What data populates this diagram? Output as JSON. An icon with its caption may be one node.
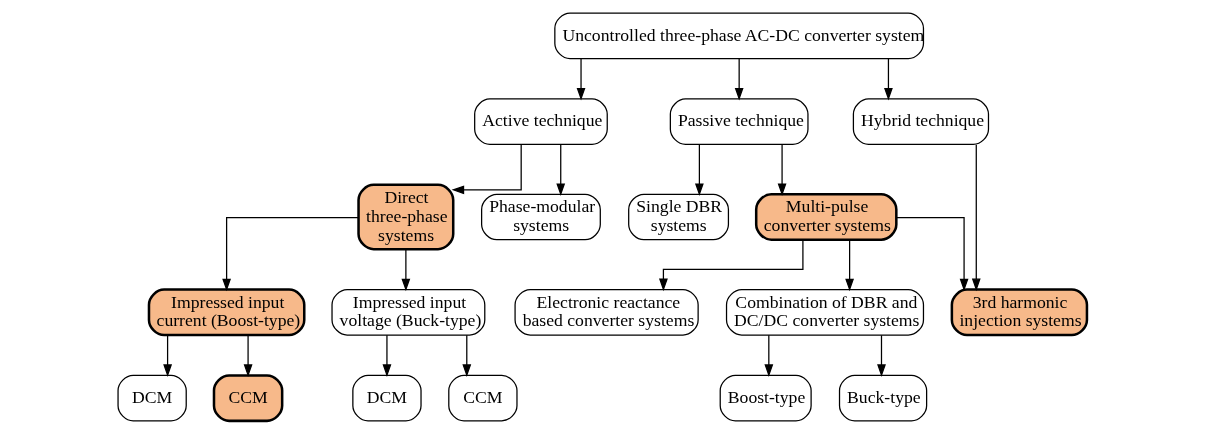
{
  "diagram": {
    "nodes": [
      {
        "text": [
          "Uncontrolled three-phase AC-DC converter system"
        ]
      },
      {
        "text": [
          "Active technique"
        ]
      },
      {
        "text": [
          "Passive technique"
        ]
      },
      {
        "text": [
          "Hybrid technique"
        ]
      },
      {
        "text": [
          "Direct three-phase systems"
        ]
      },
      {
        "text": [
          "Phase-modular systems"
        ]
      },
      {
        "text": [
          "Single DBR systems"
        ]
      },
      {
        "text": [
          "Multi-pulse converter systems"
        ]
      },
      {
        "text": [
          "Impressed input current (Boost-type)"
        ]
      },
      {
        "text": [
          "Impressed input voltage (Buck-type)"
        ]
      },
      {
        "text": [
          "Electronic reactance based converter systems"
        ]
      },
      {
        "text": [
          "Combination of DBR and DC/DC converter systems"
        ]
      },
      {
        "text": [
          "3rd harmonic injection systems"
        ]
      },
      {
        "text": [
          "DCM"
        ]
      },
      {
        "text": [
          "CCM"
        ]
      },
      {
        "text": [
          "DCM"
        ]
      },
      {
        "text": [
          "CCM"
        ]
      },
      {
        "text": [
          "Boost-type"
        ]
      },
      {
        "text": [
          "Buck-type"
        ]
      }
    ],
    "edges": [
      {
        "from": 0,
        "to": 1,
        "arrow": "to"
      },
      {
        "from": 0,
        "to": 2,
        "arrow": "to"
      },
      {
        "from": 0,
        "to": 3,
        "arrow": "to"
      },
      {
        "from": 1,
        "to": 4,
        "arrow": "to"
      },
      {
        "from": 1,
        "to": 5,
        "arrow": "to"
      },
      {
        "from": 2,
        "to": 6,
        "arrow": "to"
      },
      {
        "from": 2,
        "to": 7,
        "arrow": "to"
      },
      {
        "from": 4,
        "to": 8,
        "arrow": "to"
      },
      {
        "from": 4,
        "to": 9,
        "arrow": "to"
      },
      {
        "from": 7,
        "to": 10,
        "arrow": "to"
      },
      {
        "from": 7,
        "to": 11,
        "arrow": "to"
      },
      {
        "from": 7,
        "to": 12,
        "arrow": "to"
      },
      {
        "from": 3,
        "to": 12,
        "arrow": "to"
      },
      {
        "from": 8,
        "to": 13,
        "arrow": "to"
      },
      {
        "from": 8,
        "to": 14,
        "arrow": "to"
      },
      {
        "from": 9,
        "to": 15,
        "arrow": "to"
      },
      {
        "from": 9,
        "to": 16,
        "arrow": "to"
      },
      {
        "from": 11,
        "to": 17,
        "arrow": "to"
      },
      {
        "from": 11,
        "to": 18,
        "arrow": "to"
      }
    ]
  }
}
